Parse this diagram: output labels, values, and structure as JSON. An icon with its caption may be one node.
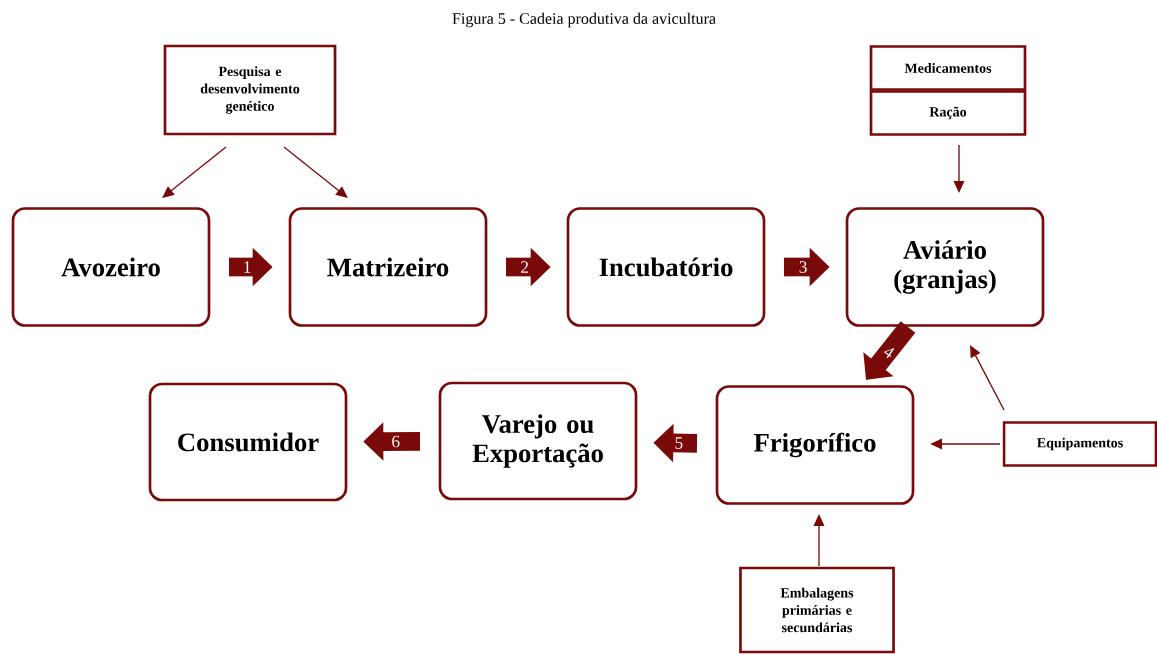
{
  "diagram": {
    "title": "Figura 5 - Cadeia produtiva da avicultura",
    "nodes": [
      {
        "text": [
          "Pesquisa e desenvolvimento genético"
        ]
      },
      {
        "text": [
          "Medicamentos"
        ]
      },
      {
        "text": [
          "Ração"
        ]
      },
      {
        "text": [
          "Avozeiro"
        ]
      },
      {
        "text": [
          "Matrizeiro"
        ]
      },
      {
        "text": [
          "Incubatório"
        ]
      },
      {
        "text": [
          "Aviário (granjas)"
        ]
      },
      {
        "text": [
          "Consumidor"
        ]
      },
      {
        "text": [
          "Varejo ou Exportação"
        ]
      },
      {
        "text": [
          "Frigorífico"
        ]
      },
      {
        "text": [
          "Equipamentos"
        ]
      },
      {
        "text": [
          "Embalagens primárias e secundárias"
        ]
      }
    ],
    "edges": [
      {
        "from": 0,
        "to": 3,
        "arrow": "to"
      },
      {
        "from": 0,
        "to": 4,
        "arrow": "to"
      },
      {
        "from": 3,
        "to": 4,
        "arrow": "to",
        "label": "1",
        "style": "thick"
      },
      {
        "from": 4,
        "to": 5,
        "arrow": "to",
        "label": "2",
        "style": "thick"
      },
      {
        "from": 5,
        "to": 6,
        "arrow": "to",
        "label": "3",
        "style": "thick"
      },
      {
        "from": 2,
        "to": 6,
        "arrow": "to"
      },
      {
        "from": 6,
        "to": 9,
        "arrow": "to",
        "label": "4",
        "style": "thick"
      },
      {
        "from": 10,
        "to": 6,
        "arrow": "to"
      },
      {
        "from": 10,
        "to": 9,
        "arrow": "to"
      },
      {
        "from": 9,
        "to": 8,
        "arrow": "to",
        "label": "5",
        "style": "thick"
      },
      {
        "from": 8,
        "to": 7,
        "arrow": "to",
        "label": "6",
        "style": "thick"
      },
      {
        "from": 11,
        "to": 9,
        "arrow": "to"
      }
    ]
  }
}
